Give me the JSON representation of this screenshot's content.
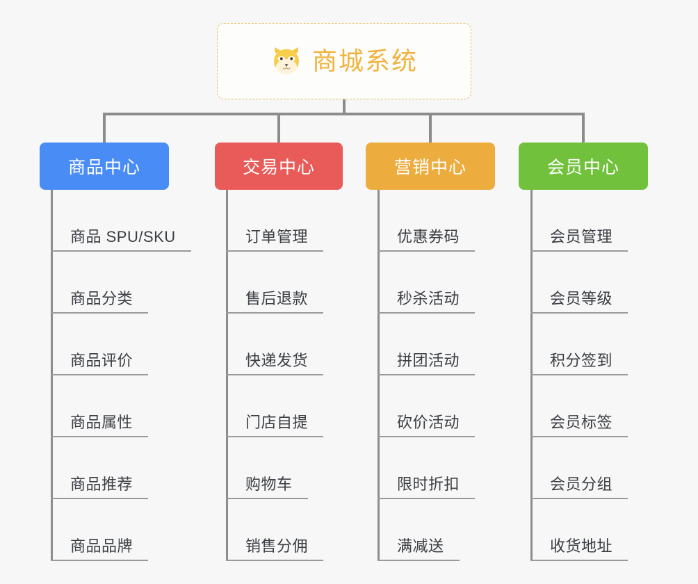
{
  "canvas": {
    "background": "#f7f7f7",
    "connector_color": "#8c8c8c",
    "leaf_underline_color": "#9a9a9a",
    "leaf_text_color": "#3a3d42"
  },
  "root": {
    "title": "商城系统",
    "icon": "shiba-dog-emoji",
    "text_color": "#efb43f",
    "border_color": "#e8b95c",
    "background": "#fdfdfb"
  },
  "branches": [
    {
      "id": "product-center",
      "title": "商品中心",
      "color": "#4a8cf5",
      "items": [
        {
          "label": "商品 SPU/SKU"
        },
        {
          "label": "商品分类"
        },
        {
          "label": "商品评价"
        },
        {
          "label": "商品属性"
        },
        {
          "label": "商品推荐"
        },
        {
          "label": "商品品牌"
        }
      ]
    },
    {
      "id": "trade-center",
      "title": "交易中心",
      "color": "#e85b58",
      "items": [
        {
          "label": "订单管理"
        },
        {
          "label": "售后退款"
        },
        {
          "label": "快递发货"
        },
        {
          "label": "门店自提"
        },
        {
          "label": "购物车"
        },
        {
          "label": "销售分佣"
        }
      ]
    },
    {
      "id": "marketing-center",
      "title": "营销中心",
      "color": "#edac3e",
      "items": [
        {
          "label": "优惠券码"
        },
        {
          "label": "秒杀活动"
        },
        {
          "label": "拼团活动"
        },
        {
          "label": "砍价活动"
        },
        {
          "label": "限时折扣"
        },
        {
          "label": "满减送"
        }
      ]
    },
    {
      "id": "member-center",
      "title": "会员中心",
      "color": "#72c13c",
      "items": [
        {
          "label": "会员管理"
        },
        {
          "label": "会员等级"
        },
        {
          "label": "积分签到"
        },
        {
          "label": "会员标签"
        },
        {
          "label": "会员分组"
        },
        {
          "label": "收货地址"
        }
      ]
    }
  ]
}
